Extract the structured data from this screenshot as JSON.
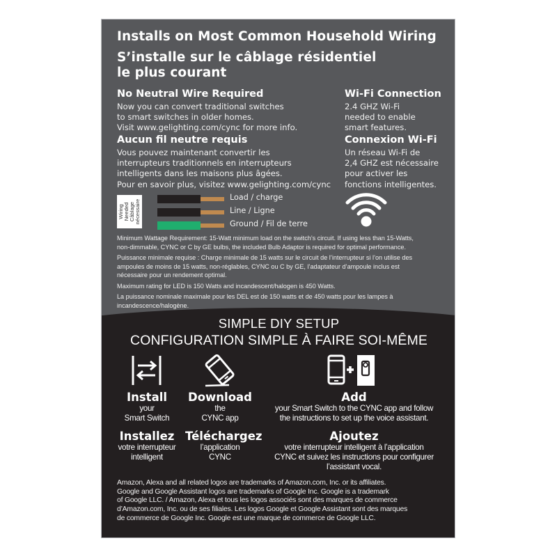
{
  "header": {
    "title_en": "Installs on Most Common Household Wiring",
    "title_fr_line1": "S’installe sur le câblage résidentiel",
    "title_fr_line2": "le plus courant"
  },
  "neutral": {
    "heading_en": "No Neutral Wire Required",
    "body_en": [
      "Now you can convert traditional switches",
      "to smart switches in older homes.",
      "Visit www.gelighting.com/cync for more info."
    ],
    "heading_fr": "Aucun fil neutre requis",
    "body_fr": [
      "Vous pouvez maintenant convertir les",
      "interrupteurs traditionnels en interrupteurs",
      "intelligents dans les maisons plus âgées.",
      "Pour en savoir plus, visitez www.gelighting.com/cync"
    ]
  },
  "wifi": {
    "heading_en": "Wi-Fi Connection",
    "body_en": [
      "2.4 GHZ Wi-Fi",
      "needed to enable",
      "smart features."
    ],
    "heading_fr": "Connexion Wi-Fi",
    "body_fr": [
      "Un réseau Wi-Fi de",
      "2,4 GHZ est nécessaire",
      "pour activer les",
      "fonctions intelligentes."
    ],
    "icon": "wifi-icon"
  },
  "wiring": {
    "box_label": [
      "Wiring",
      "Needed",
      "Câblage",
      "nécessaire"
    ],
    "wires": [
      {
        "label": "Load / charge",
        "color": "#231f20"
      },
      {
        "label": "Line / Ligne",
        "color": "#231f20"
      },
      {
        "label": "Ground / Fil de terre",
        "color": "#1fae6e"
      }
    ],
    "copper_color": "#c08a4f"
  },
  "fine_print": {
    "min_wattage_en": [
      "Minimum Wattage Requirement: 15-Watt minimum load on the switch’s circuit. If using less than 15-Watts,",
      "non-dimmable, CYNC or C by GE bulbs, the included Bulb Adaptor is required for optimal performance."
    ],
    "min_wattage_fr": [
      "Puissance minimale requise : Charge minimale de 15 watts sur le circuit de l’interrupteur si l’on utilise des",
      "ampoules de moins de 15 watts, non-réglables, CYNC ou C by GE, l’adaptateur d’ampoule inclus est",
      "nécessaire pour un rendement optimal."
    ],
    "max_rating_en": "Maximum rating for LED is 150 Watts and incandescent/halogen is 450 Watts.",
    "max_rating_fr": [
      "La puissance nominale maximale pour les DEL est de 150 watts et de 450 watts pour les lampes à",
      "incandescence/halogène."
    ]
  },
  "setup": {
    "title_en": "SIMPLE DIY SETUP",
    "title_fr": "CONFIGURATION SIMPLE À FAIRE SOI-MÊME",
    "steps": [
      {
        "icon": "install-switch-icon",
        "title_en": "Install",
        "text_en": [
          "your",
          "Smart Switch"
        ],
        "title_fr": "Installez",
        "text_fr": [
          "votre interrupteur",
          "intelligent"
        ]
      },
      {
        "icon": "download-phone-icon",
        "title_en": "Download",
        "text_en": [
          "the",
          "CYNC app"
        ],
        "title_fr": "Téléchargez",
        "text_fr": [
          "l’application",
          "CYNC"
        ]
      },
      {
        "icon": "phone-plus-switch-icon",
        "plus": "+",
        "title_en": "Add",
        "text_en": [
          "your Smart Switch to the CYNC app and follow",
          "the instructions to set up the voice assistant."
        ],
        "title_fr": "Ajoutez",
        "text_fr": [
          "votre interrupteur intelligent à l’application",
          "CYNC et suivez les instructions pour configurer",
          "l’assistant vocal."
        ]
      }
    ]
  },
  "legal": [
    "Amazon, Alexa and all related logos are trademarks of Amazon.com, Inc. or its affiliates.",
    "Google and Google Assistant logos are trademarks of Google Inc. Google is a trademark",
    "of Google LLC. / Amazon, Alexa et tous les logos associés sont des marques de commerce",
    "d’Amazon.com, Inc. ou de ses filiales. Les logos Google et Google Assistant sont des marques",
    "de commerce de Google Inc. Google est une marque de commerce de Google LLC."
  ],
  "colors": {
    "card_gray": "#57585b",
    "dark_section": "#231f20",
    "ground_green": "#1fae6e",
    "copper": "#c08a4f"
  }
}
